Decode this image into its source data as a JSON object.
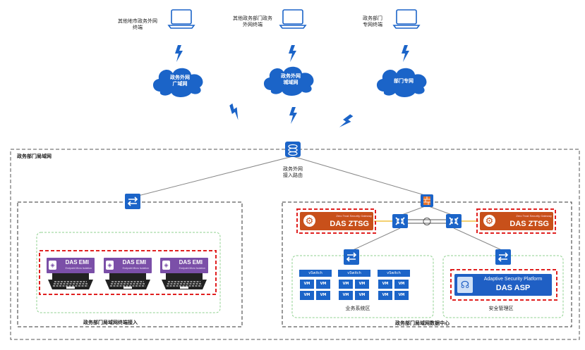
{
  "top_endpoints": [
    {
      "label": "其他地市政务外网\n终端"
    },
    {
      "label": "其他政务部门政务\n外网终端"
    },
    {
      "label": "政务部门\n专网终端"
    }
  ],
  "clouds": [
    {
      "label": "政务外网\n广域网"
    },
    {
      "label": "政务外网\n城域网"
    },
    {
      "label": "部门专网"
    }
  ],
  "core_router": {
    "label": "政务外网\n接入路由"
  },
  "outer_zone": {
    "title": "政务部门局域网"
  },
  "left_zone": {
    "title": "政务部门局域网终端接入"
  },
  "right_zone": {
    "title": "政务部门局域网数据中心"
  },
  "business_zone": {
    "title": "业务系统区"
  },
  "security_zone": {
    "title": "安全管理区"
  },
  "ztsg": {
    "small": "Zero Trust Security Gateway",
    "big": "DAS ZTSG"
  },
  "emi": {
    "title": "DAS EMI",
    "subtitle": "Endpoint Micro Isolation",
    "count": 3
  },
  "asp": {
    "title": "Adaptive Security Platform",
    "big": "DAS ASP"
  },
  "vswitch": {
    "header": "vSwitch",
    "vm": "VM",
    "count": 3
  },
  "colors": {
    "accent_red": "#e02020",
    "ztsg": "#c8501a",
    "emi": "#7b4fa8",
    "asp": "#1f5fc4",
    "network": "#1b64c8",
    "green_dash": "#8fd18f"
  }
}
